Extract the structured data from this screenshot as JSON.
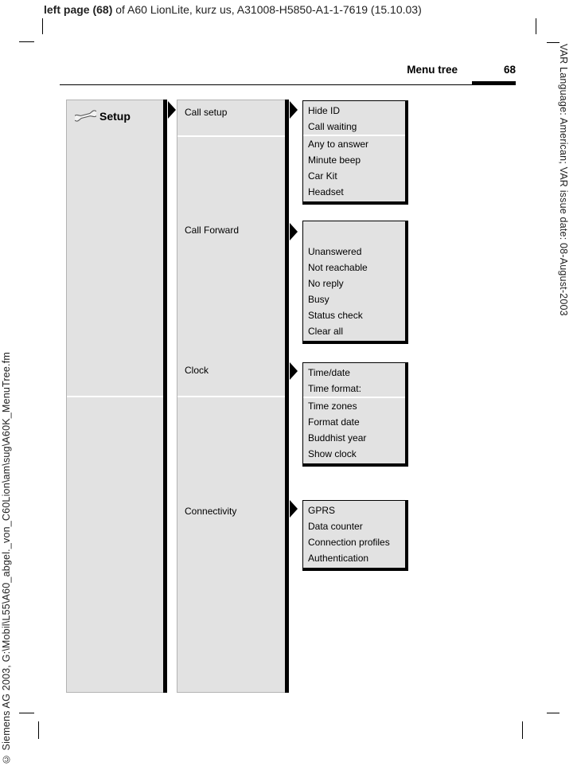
{
  "header": {
    "page_label_bold": "left page (68)",
    "page_label_rest": " of A60 LionLite, kurz us, A31008-H5850-A1-1-7619 (15.10.03)",
    "section_title": "Menu tree",
    "page_number": "68"
  },
  "sidebars": {
    "left_vertical_text": "© Siemens AG 2003, G:\\Mobil\\L55\\A60_abgel._von_C60Lion\\am\\sug\\A60K_MenuTree.fm",
    "right_vertical_text": "VAR Language: American; VAR issue date: 08-August-2003"
  },
  "menu_tree": {
    "root": {
      "icon": "wrench-icon",
      "label": "Setup"
    },
    "branches": [
      {
        "label": "Call setup"
      },
      {
        "label": "Call Forward"
      },
      {
        "label": "Clock"
      },
      {
        "label": "Connectivity"
      }
    ],
    "submenus": [
      {
        "items": [
          "Hide ID",
          "Call waiting",
          "Any to answer",
          "Minute beep",
          "Car Kit",
          "Headset"
        ]
      },
      {
        "items": [
          "Unanswered",
          "Not reachable",
          "No reply",
          "Busy",
          "Status check",
          "Clear all"
        ]
      },
      {
        "items": [
          "Time/date",
          "Time format:",
          "Time zones",
          "Format date",
          "Buddhist year",
          "Show clock"
        ]
      },
      {
        "items": [
          "GPRS",
          "Data counter",
          "Connection profiles",
          "Authentication"
        ]
      }
    ]
  },
  "colors": {
    "panel_fill": "#e2e2e2",
    "line_black": "#000000",
    "separator_white": "#ffffff"
  }
}
